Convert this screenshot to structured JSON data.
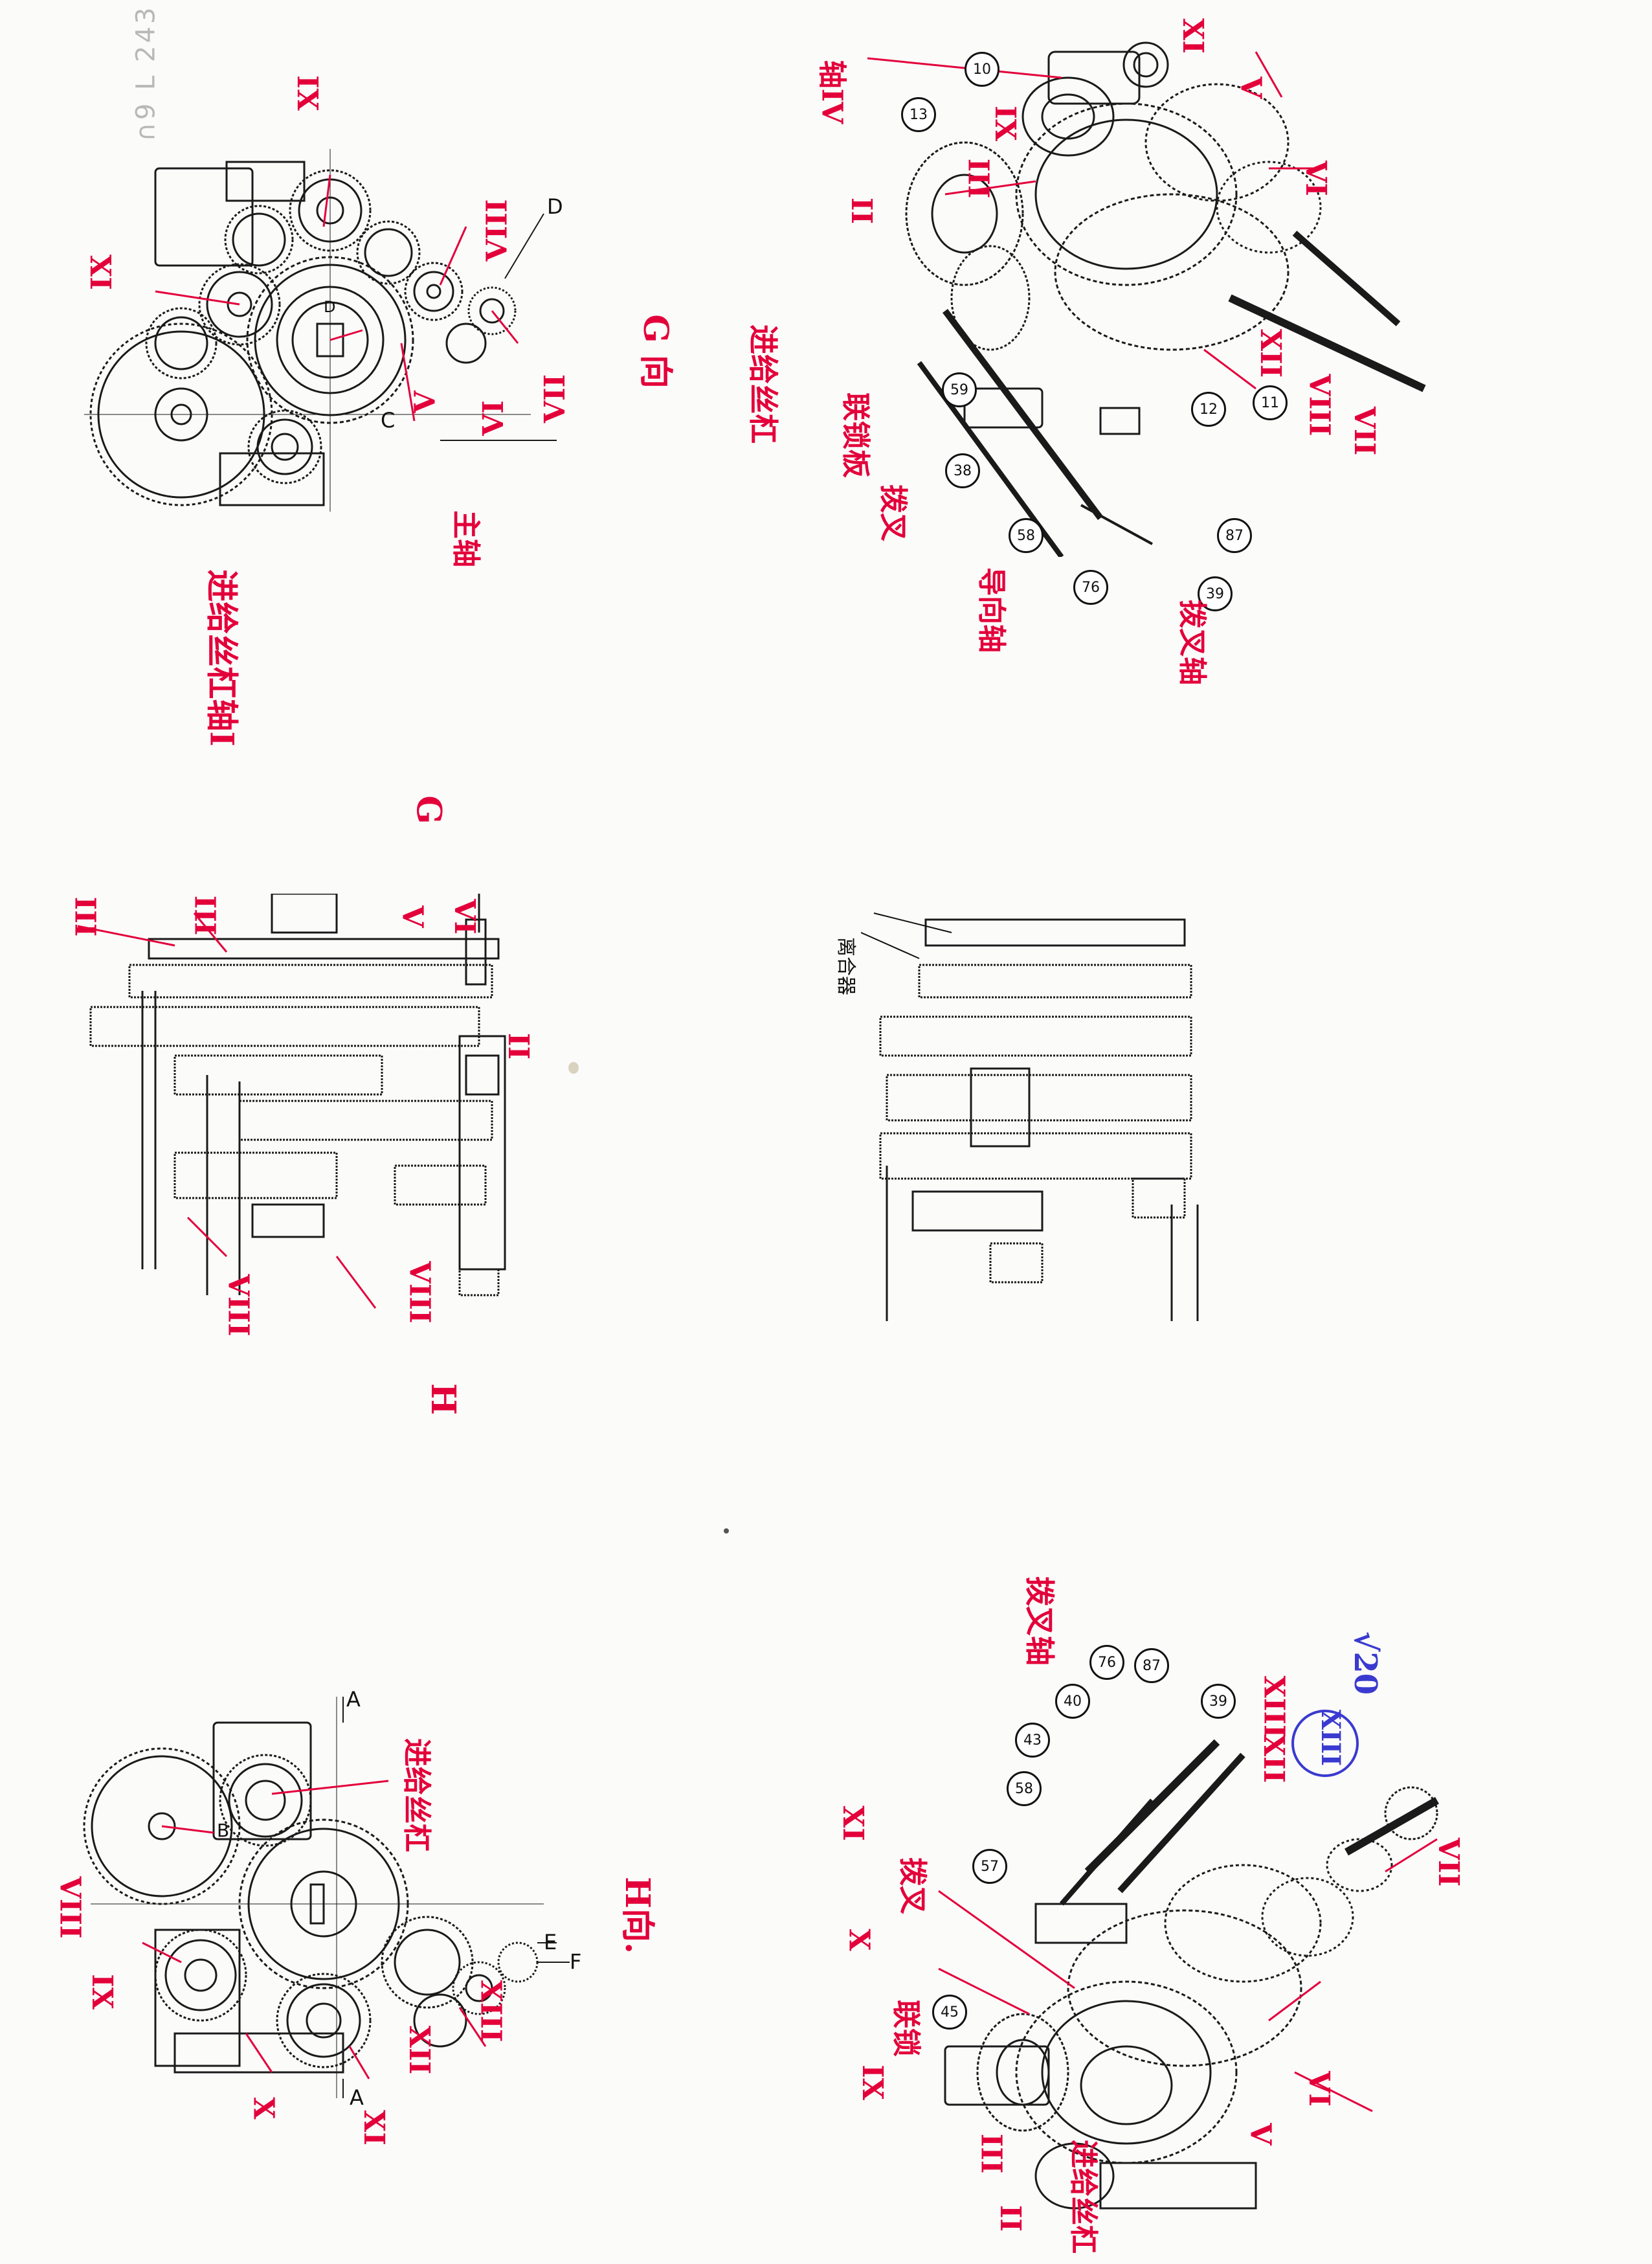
{
  "sheet": {
    "scan_mark": "∩9 L 243",
    "views": {
      "g_view_label": "G 向",
      "h_view_label": "H向."
    }
  },
  "top_left_view": {
    "section_marks": {
      "d": "D",
      "c": "C"
    },
    "labels": {
      "xi": "XI",
      "ix": "IX",
      "viii": "VIII",
      "v": "V",
      "vi": "VI",
      "vii": "VII",
      "d_circle": "D",
      "note_spindle": "主轴",
      "note_feed": "进给丝杠轴I"
    }
  },
  "top_right_view": {
    "labels": {
      "xi": "XI",
      "v": "V",
      "vi": "VI",
      "viii": "VIII",
      "vii": "VII",
      "iii": "III",
      "ix": "IX",
      "ii": "II",
      "iv": "轴IV",
      "xii": "XII",
      "feed_screw": "进给丝杠",
      "linkage_rod": "联锁板",
      "fork": "拨叉",
      "guide_shaft": "导向轴",
      "shift_fork": "拨叉轴"
    },
    "callouts": [
      "10",
      "13",
      "59",
      "38",
      "58",
      "76",
      "87",
      "39",
      "12",
      "11"
    ]
  },
  "middle_left_view": {
    "labels": {
      "iii_top": "III",
      "iii_side": "III",
      "v": "V",
      "vi": "VI",
      "ii": "II",
      "viii": "VIII",
      "viii_b": "VIII",
      "g_arrow": "G",
      "h_arrow": "H"
    }
  },
  "middle_right_view": {
    "labels": {
      "note": "离合器"
    }
  },
  "bottom_left_view": {
    "section_marks": {
      "a_top": "A",
      "a_bottom": "A",
      "e": "E",
      "f": "F"
    },
    "labels": {
      "feed_screw": "进给丝杠",
      "viii": "VIII",
      "ix": "IX",
      "x": "X",
      "xi": "XI",
      "xii": "XII",
      "xiii": "XIII",
      "b": "B"
    }
  },
  "bottom_right_view": {
    "labels": {
      "shift_fork_shaft": "拨叉轴",
      "xi": "XI",
      "x": "X",
      "ix": "IX",
      "xii": "XII",
      "xiii": "XIII",
      "vii": "VII",
      "vi": "VI",
      "v": "V",
      "iii": "III",
      "ii": "II",
      "fork": "拨叉",
      "linkage": "联锁",
      "feed_screw": "进给丝杠",
      "circled": "XIII",
      "blue_tag": "√20"
    },
    "callouts": [
      "40",
      "76",
      "87",
      "39",
      "43",
      "58",
      "57",
      "45"
    ]
  }
}
